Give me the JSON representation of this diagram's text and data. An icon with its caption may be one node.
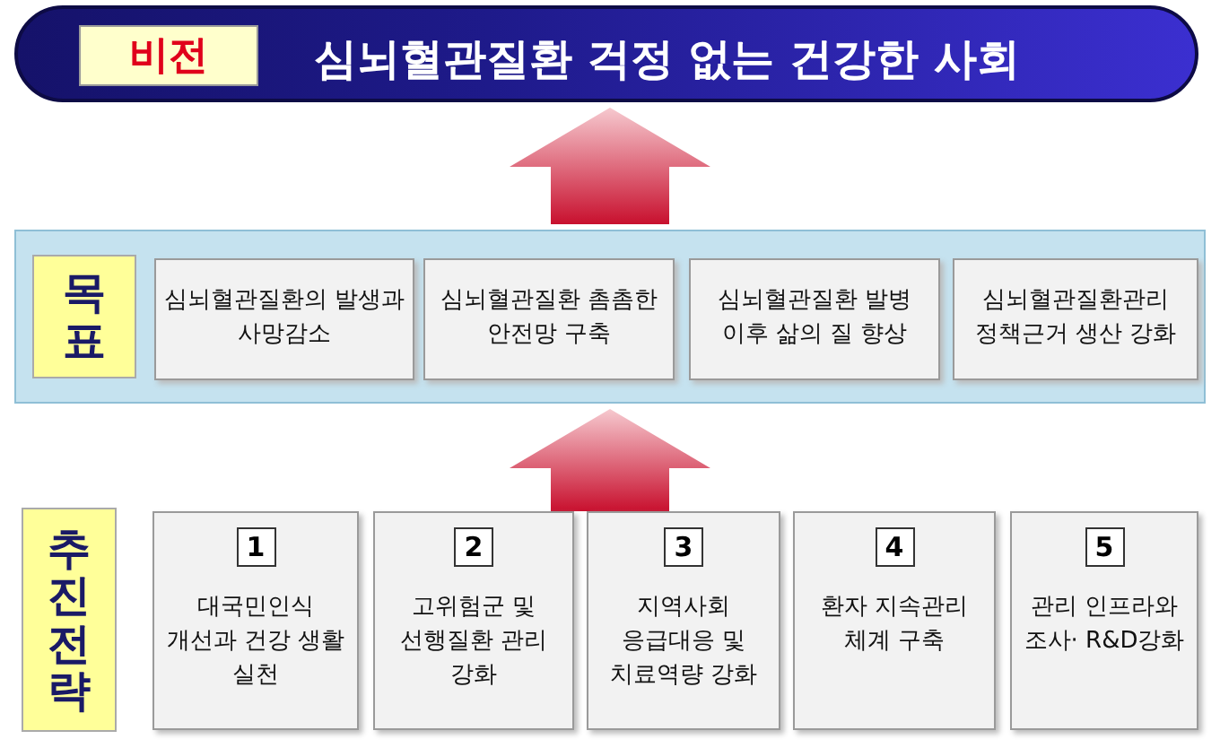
{
  "diagram": {
    "nodes": [
      {
        "text": [
          "심뇌혈관질환 걱정 없는 건강한 사회"
        ]
      },
      {
        "text": [
          "비전"
        ],
        "in": 0
      },
      {
        "text": [],
        "shape": "box"
      },
      {
        "text": [
          "목표"
        ],
        "in": 2
      },
      {
        "text": [
          "심뇌혈관질환의 발생과 사망감소"
        ],
        "in": 2
      },
      {
        "text": [
          "심뇌혈관질환 촘촘한 안전망 구축"
        ],
        "in": 2
      },
      {
        "text": [
          "심뇌혈관질환 발병 이후 삶의 질 향상"
        ],
        "in": 2
      },
      {
        "text": [
          "심뇌혈관질환관리 정책근거 생산 강화"
        ],
        "in": 2
      },
      {
        "text": [
          "추진전략"
        ]
      },
      {
        "text": [
          "1",
          "대국민인식 개선과 건강 생활 실천"
        ]
      },
      {
        "text": [
          "2",
          "고위험군 및 선행질환 관리 강화"
        ]
      },
      {
        "text": [
          "3",
          "지역사회 응급대응 및 치료역량 강화"
        ]
      },
      {
        "text": [
          "4",
          "환자 지속관리 체계 구축"
        ]
      },
      {
        "text": [
          "5",
          "관리 인프라와 조사· R&D강화"
        ]
      }
    ],
    "edges": [
      {
        "from": 2,
        "to": 0,
        "arrow": "to"
      },
      {
        "from": null,
        "to": 2,
        "arrow": "to"
      }
    ]
  }
}
